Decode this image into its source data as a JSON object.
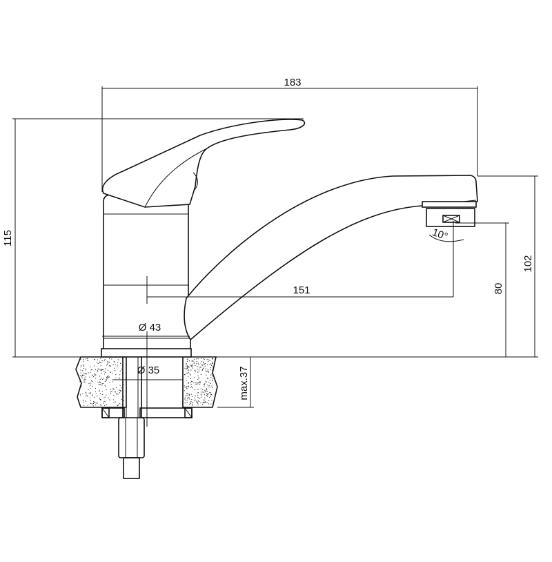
{
  "drawing": {
    "title_dims": {
      "total_length": "183",
      "total_height": "115",
      "spout_height": "102",
      "outlet_height": "80",
      "spout_reach": "151",
      "base_diameter": "Ø 43",
      "hole_diameter": "Ø 35",
      "max_thickness": "max.37",
      "aerator_angle": "10°"
    }
  }
}
